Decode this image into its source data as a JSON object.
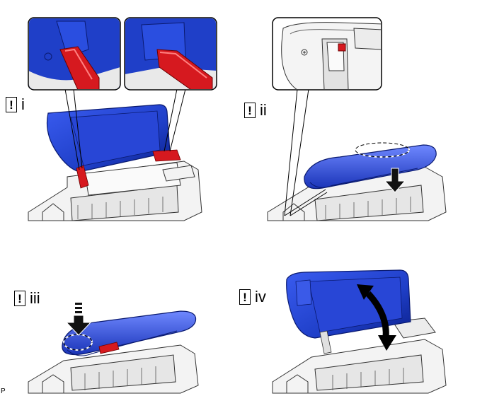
{
  "steps": [
    {
      "label": "i",
      "warning_icon": "exclamation-box-icon"
    },
    {
      "label": "ii",
      "warning_icon": "exclamation-box-icon"
    },
    {
      "label": "iii",
      "warning_icon": "exclamation-box-icon"
    },
    {
      "label": "iv",
      "warning_icon": "exclamation-box-icon"
    }
  ],
  "figure_code": "P",
  "colors": {
    "lid": "#1f3fc8",
    "lid_dark": "#0b1f8a",
    "hinge": "#d6191f",
    "frame": "#f2f2f2",
    "line": "#333333"
  }
}
